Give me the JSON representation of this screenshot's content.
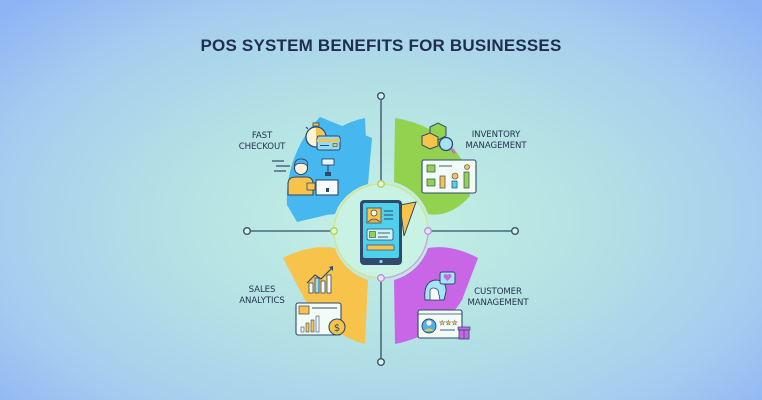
{
  "title": "POS SYSTEM BENEFITS FOR BUSINESSES",
  "center": {
    "icon": "tablet-pos-icon",
    "ring_color": "#d8e88a"
  },
  "benefits": [
    {
      "position": "top-left",
      "line1": "FAST",
      "line2": "CHECKOUT",
      "color": "#45b8f0",
      "icons": [
        "stopwatch-icon",
        "credit-card-icon",
        "cashier-icon",
        "cash-register-icon"
      ]
    },
    {
      "position": "top-right",
      "line1": "INVENTORY",
      "line2": "MANAGEMENT",
      "color": "#92d14f",
      "icons": [
        "boxes-icon",
        "magnifier-icon",
        "inventory-dashboard-icon"
      ]
    },
    {
      "position": "bottom-left",
      "line1": "SALES",
      "line2": "ANALYTICS",
      "color": "#f9c34a",
      "icons": [
        "growth-chart-icon",
        "analytics-dashboard-icon",
        "dollar-coin-icon"
      ]
    },
    {
      "position": "bottom-right",
      "line1": "CUSTOMER",
      "line2": "MANAGEMENT",
      "color": "#c765e8",
      "icons": [
        "customer-heart-icon",
        "customer-profile-icon",
        "rating-stars-icon",
        "gift-icon"
      ]
    }
  ],
  "colors": {
    "title": "#1e2d50",
    "lines": "#4a6a7a",
    "outline": "#2f4a6a"
  }
}
